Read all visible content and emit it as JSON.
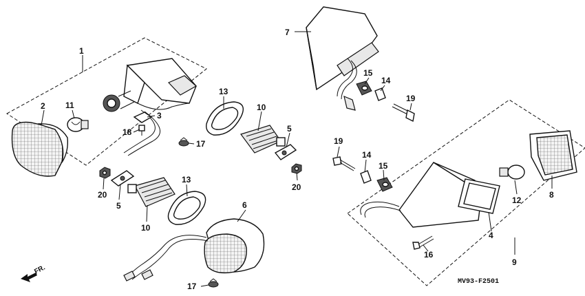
{
  "callouts": {
    "c1": "1",
    "c2": "2",
    "c3": "3",
    "c4": "4",
    "c5a": "5",
    "c5b": "5",
    "c6": "6",
    "c7": "7",
    "c8": "8",
    "c9": "9",
    "c10a": "10",
    "c10b": "10",
    "c11": "11",
    "c12": "12",
    "c13a": "13",
    "c13b": "13",
    "c14a": "14",
    "c14b": "14",
    "c15a": "15",
    "c15b": "15",
    "c16": "16",
    "c17a": "17",
    "c17b": "17",
    "c18": "18",
    "c19a": "19",
    "c19b": "19",
    "c20a": "20",
    "c20b": "20"
  },
  "diagram_code": "MV93-F2501",
  "direction": {
    "label": "FR.",
    "icon": "forward-arrow-icon"
  },
  "colors": {
    "ink": "#111111",
    "paper": "#ffffff"
  }
}
